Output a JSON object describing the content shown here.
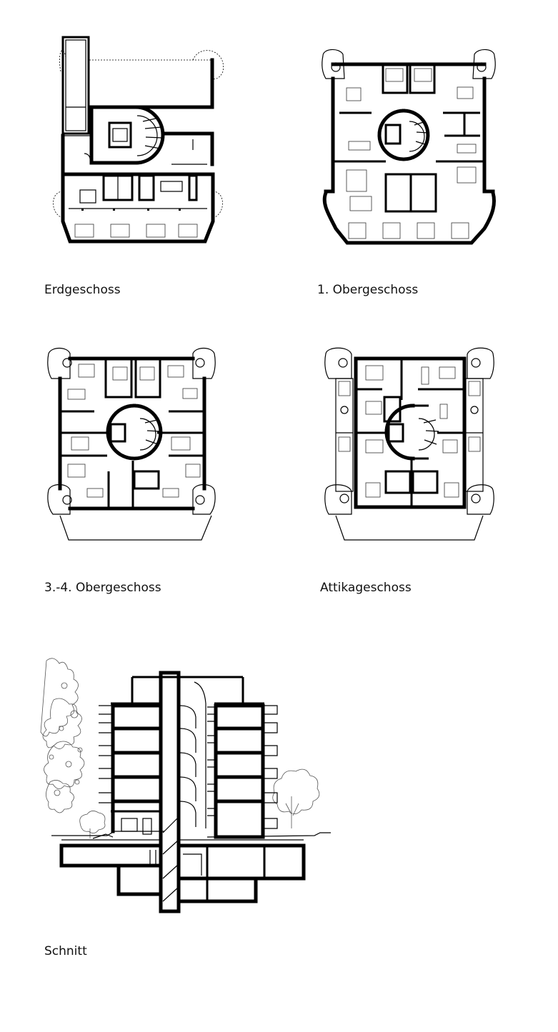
{
  "labels": {
    "erdgeschoss": "Erdgeschoss",
    "obergeschoss1": "1. Obergeschoss",
    "obergeschoss34": "3.-4. Obergeschoss",
    "attikageschoss": "Attikageschoss",
    "schnitt": "Schnitt"
  },
  "colors": {
    "line": "#000000",
    "background": "#ffffff"
  }
}
